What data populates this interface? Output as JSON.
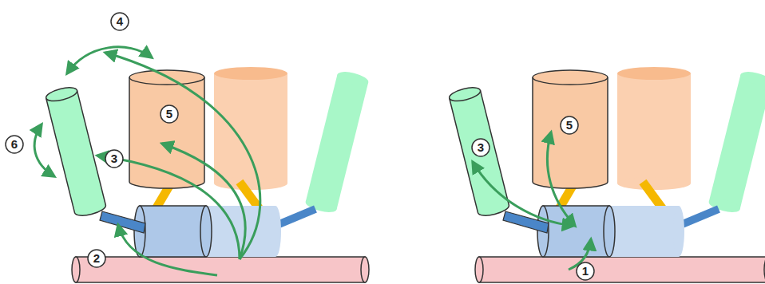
{
  "diagram": {
    "labels": [
      "4",
      "5",
      "3",
      "2",
      "6",
      "3",
      "5",
      "1"
    ]
  }
}
